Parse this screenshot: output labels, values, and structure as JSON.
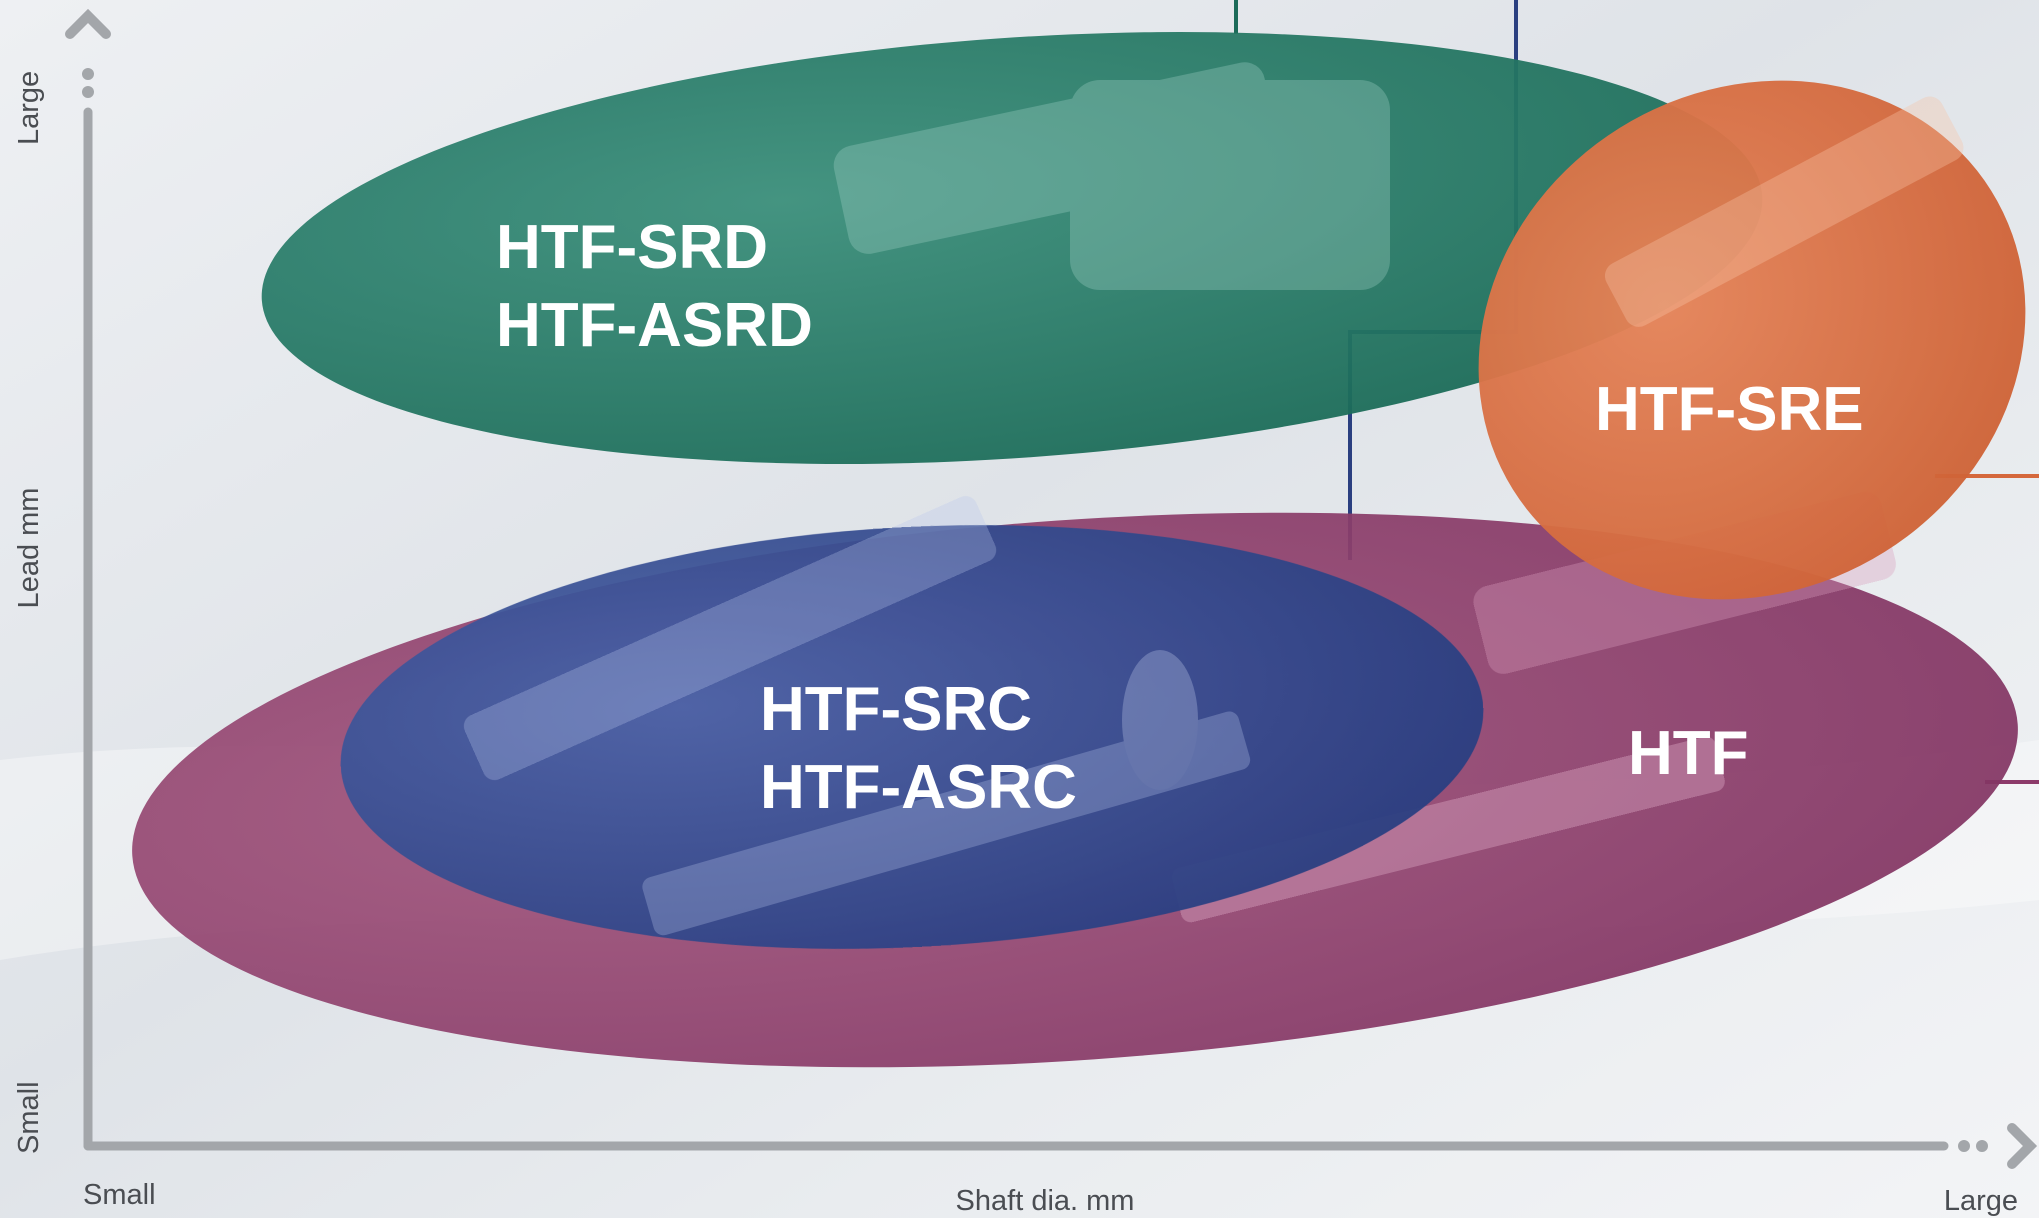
{
  "axes": {
    "x_label": "Shaft dia. mm",
    "x_min_label": "Small",
    "x_max_label": "Large",
    "y_label": "Lead mm",
    "y_min_label": "Small",
    "y_max_label": "Large"
  },
  "series": [
    {
      "id": "htf",
      "lines": [
        "HTF"
      ],
      "color": "#8c3a6a"
    },
    {
      "id": "htf-src",
      "lines": [
        "HTF-SRC",
        "HTF-ASRC"
      ],
      "color": "#2b4085"
    },
    {
      "id": "htf-srd",
      "lines": [
        "HTF-SRD",
        "HTF-ASRD"
      ],
      "color": "#1f7561"
    },
    {
      "id": "htf-sre",
      "lines": [
        "HTF-SRE"
      ],
      "color": "#d5683c"
    }
  ],
  "colors": {
    "axis": "#a3a6aa",
    "connector_blue": "#2a3f80",
    "connector_teal": "#1c6b59",
    "connector_orange": "#d5683c",
    "connector_magenta": "#8c3a6a"
  }
}
